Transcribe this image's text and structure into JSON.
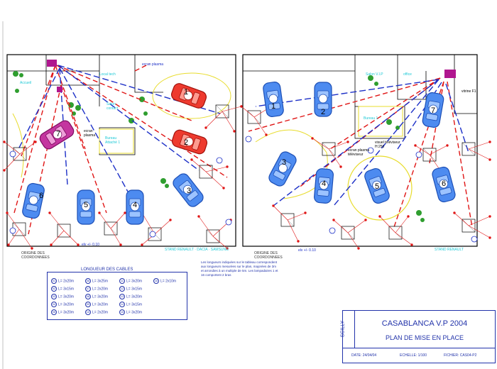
{
  "floor_plan_left": {
    "labels": {
      "ecran_plasma_top": "ecran plasma",
      "ecran_plasma_mid": "ecran\nplasma",
      "bureau": "Bureau\nAttaché 1",
      "salon": "Salon\ncontact",
      "accueil": "Accueil",
      "local": "Local tech",
      "stand": "STAND RENAULT · DACIA · SAMSUNG",
      "origine": "ORIGINE DES\nCOORDONNEES",
      "elev": "elv +/- 0.10"
    },
    "cars": [
      "1",
      "2",
      "3",
      "4",
      "5",
      "6",
      "7"
    ]
  },
  "floor_plan_right": {
    "labels": {
      "ecran_plasma": "ecran plasma\ntéléviseur",
      "visuel": "visuel téléviseur\nH:250",
      "salon_vip": "Salon V.I.P",
      "office": "office",
      "vitrine": "vitrine F1",
      "bureau": "Bureau 1",
      "stand": "STAND RENAULT",
      "origine": "ORIGINE DES\nCOORDONNEES",
      "elev": "elv +/- 0.10"
    },
    "cars": [
      "1",
      "2",
      "3",
      "4",
      "5",
      "6",
      "7"
    ]
  },
  "cable_table": {
    "title": "LONGUEUR DES CABLES",
    "rows": [
      [
        {
          "n": "01",
          "v": "L= 2x20m"
        },
        {
          "n": "06",
          "v": "L= 3x25m"
        },
        {
          "n": "11",
          "v": "L= 3x20m"
        },
        {
          "n": "16",
          "v": "L= 2x10m"
        }
      ],
      [
        {
          "n": "02",
          "v": "L= 3x15m"
        },
        {
          "n": "07",
          "v": "L= 2x20m"
        },
        {
          "n": "12",
          "v": "L= 3x15m"
        },
        {
          "n": "",
          "v": ""
        }
      ],
      [
        {
          "n": "03",
          "v": "L= 3x20m"
        },
        {
          "n": "08",
          "v": "L= 3x20m"
        },
        {
          "n": "13",
          "v": "L= 3x20m"
        },
        {
          "n": "",
          "v": ""
        }
      ],
      [
        {
          "n": "04",
          "v": "L= 3x20m"
        },
        {
          "n": "09",
          "v": "L= 3x20m"
        },
        {
          "n": "14",
          "v": "L= 3x15m"
        },
        {
          "n": "",
          "v": ""
        }
      ],
      [
        {
          "n": "05",
          "v": "L= 3x20m"
        },
        {
          "n": "10",
          "v": "L= 2x20m"
        },
        {
          "n": "15",
          "v": "L= 3x20m"
        },
        {
          "n": "",
          "v": ""
        }
      ]
    ]
  },
  "notes": "Les longueurs indiquées sur le tableau correspondent aux longueurs mesurées sur le plan, majorées de 3m et arrondies à un multiple de 5m. Les lampadaires 1 et 16 comportent 2 bras",
  "title_block": {
    "brand": "SCILLY",
    "title": "CASABLANCA V.P 2004",
    "subtitle": "PLAN DE MISE EN PLACE",
    "date": "DATE: 24/04/04",
    "echelle": "ECHELLE: 1/100",
    "fichier": "FICHIER: CAS04-P2"
  },
  "colors": {
    "blue_car": "#2f6fe0",
    "red_car": "#e3201b",
    "magenta_car": "#b0168f",
    "wall": "#000000",
    "cyan_label": "#1ec9d6",
    "green_label": "#3aa83a",
    "dash_red": "#e01616",
    "dash_blue": "#1c2fc7",
    "yellow_zone": "#e8dc2c"
  }
}
